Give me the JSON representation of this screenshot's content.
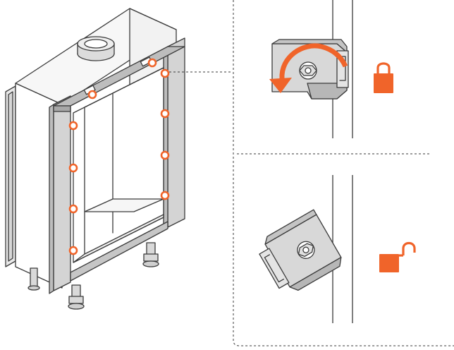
{
  "colors": {
    "accent": "#f0642a",
    "line": "#3a3a3a",
    "panel_light": "#e6e6e6",
    "panel_mid": "#cfcfcf",
    "panel_dark": "#a9a9a9",
    "frame_side": "#d2d2d2"
  },
  "diagram": {
    "fixing_points_count": 10,
    "detail_locked": {
      "state": "locked",
      "icon": "padlock-closed-icon",
      "arrow": "rotate-arrow-icon"
    },
    "detail_unlocked": {
      "state": "unlocked",
      "icon": "padlock-open-icon"
    }
  }
}
